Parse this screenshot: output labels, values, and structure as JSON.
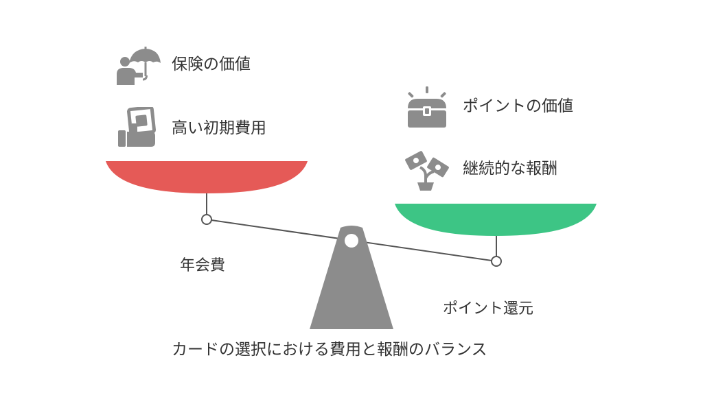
{
  "title": "カードの選択における費用と報酬のバランス",
  "left_side": {
    "caption": "年会費",
    "pan_color": "#E55A57",
    "items": [
      {
        "label": "保険の価値",
        "icon": "insurance-umbrella-person-icon"
      },
      {
        "label": "高い初期費用",
        "icon": "money-in-hand-icon"
      }
    ]
  },
  "right_side": {
    "caption": "ポイント還元",
    "pan_color": "#3DC585",
    "items": [
      {
        "label": "ポイントの価値",
        "icon": "treasure-chest-icon"
      },
      {
        "label": "継続的な報酬",
        "icon": "growing-money-plant-icon"
      }
    ]
  },
  "colors": {
    "fulcrum": "#8C8C8C",
    "beam": "#555555",
    "icon": "#8C8C8C",
    "text": "#333333"
  }
}
